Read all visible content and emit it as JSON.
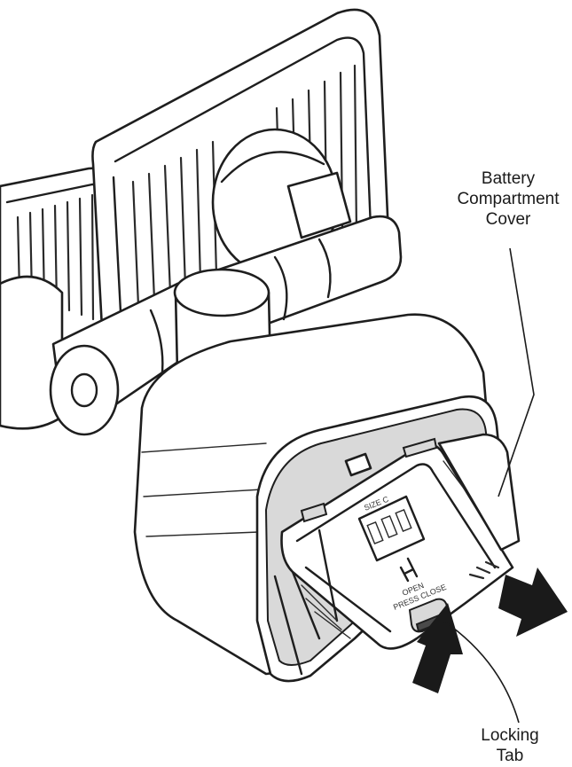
{
  "labels": {
    "battery_cover": [
      "Battery",
      "Compartment",
      "Cover"
    ],
    "locking_tab": [
      "Locking",
      "Tab"
    ]
  },
  "embossed": {
    "size": "SIZE C",
    "open": "OPEN",
    "press_close": "PRESS CLOSE"
  },
  "colors": {
    "line": "#1e1e1e",
    "background": "#ffffff",
    "shade": "#d9d9d9"
  }
}
